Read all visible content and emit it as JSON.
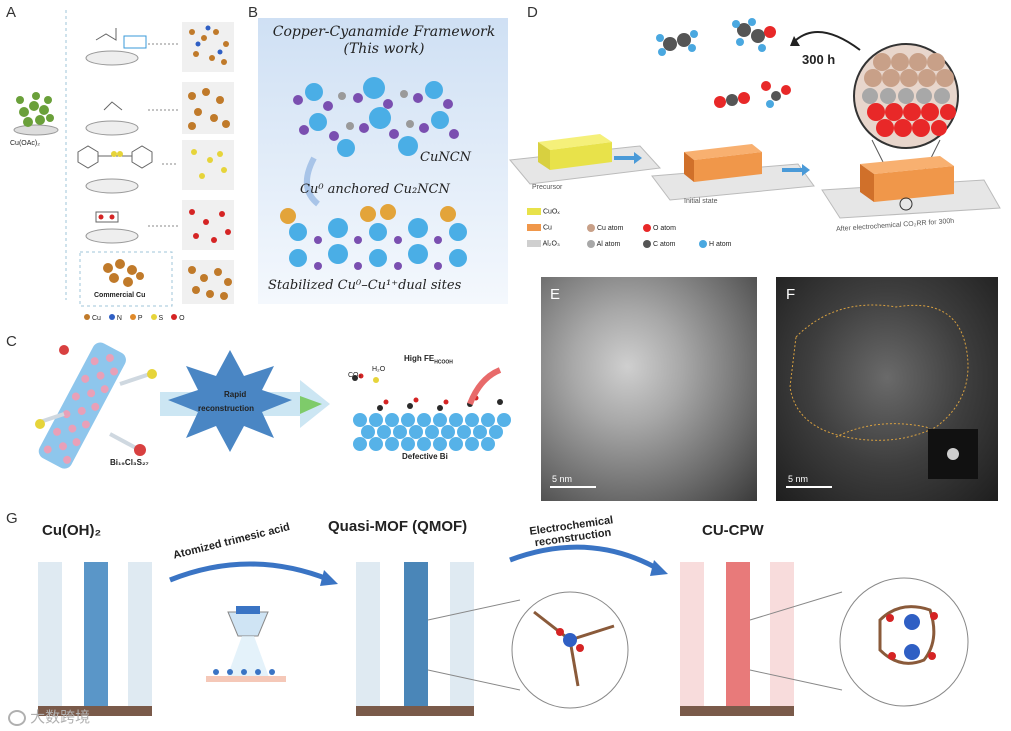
{
  "panels": {
    "a": {
      "label": "A",
      "source": "Cu(OAc)₂",
      "commercial": "Commercial Cu",
      "legend": [
        {
          "sym": "Cu",
          "color": "#c07a2a"
        },
        {
          "sym": "N",
          "color": "#2f5fc4"
        },
        {
          "sym": "P",
          "color": "#e08a2a"
        },
        {
          "sym": "S",
          "color": "#e6d43a"
        },
        {
          "sym": "O",
          "color": "#d52424"
        }
      ]
    },
    "b": {
      "label": "B",
      "title_line1": "Copper-Cyanamide Framework",
      "title_line2": "(This work)",
      "cuncn": "CuNCN",
      "anchored": "Cu⁰ anchored Cu₂NCN",
      "sites": "Stabilized Cu⁰–Cu¹⁺dual sites"
    },
    "c": {
      "label": "C",
      "rapid": "Rapid",
      "reconstruction": "reconstruction",
      "compound": "Bi₁₉Cl₃S₂₇",
      "product": "Defective Bi",
      "high_fe": "High FE",
      "high_fe_sub": "HCOOH",
      "co2": "CO₂",
      "h2o": "H₂O"
    },
    "d": {
      "label": "D",
      "hours": "300 h",
      "precursor": "Precursor",
      "initial": "Initial state",
      "after": "After electrochemical CO₂RR for 300h",
      "legend": [
        {
          "text": "CuOₓ",
          "kind": "box",
          "color": "#e8e24a"
        },
        {
          "text": "Cu",
          "kind": "box",
          "color": "#f0974a"
        },
        {
          "text": "Al₂O₃",
          "kind": "box",
          "color": "#cfcfcf"
        },
        {
          "text": "Cu atom",
          "kind": "dot",
          "color": "#c8a088"
        },
        {
          "text": "O atom",
          "kind": "dot",
          "color": "#e82828"
        },
        {
          "text": "Al atom",
          "kind": "dot",
          "color": "#a8a8a8"
        },
        {
          "text": "C atom",
          "kind": "dot",
          "color": "#555555"
        },
        {
          "text": "H atom",
          "kind": "dot",
          "color": "#4aa8e0"
        }
      ]
    },
    "e": {
      "label": "E",
      "scale": "5 nm"
    },
    "f": {
      "label": "F",
      "scale": "5 nm"
    },
    "g": {
      "label": "G",
      "cuoh2": "Cu(OH)₂",
      "atomized": "Atomized trimesic acid",
      "qmof": "Quasi-MOF (QMOF)",
      "electro_line1": "Electrochemical",
      "electro_line2": "reconstruction",
      "cucpw": "CU-CPW"
    }
  },
  "watermark": "大数跨境",
  "colors": {
    "arrow_blue": "#3a74c4",
    "cu_orange": "#f0974a",
    "n_blue": "#2f5fc4",
    "o_red": "#d52424"
  }
}
